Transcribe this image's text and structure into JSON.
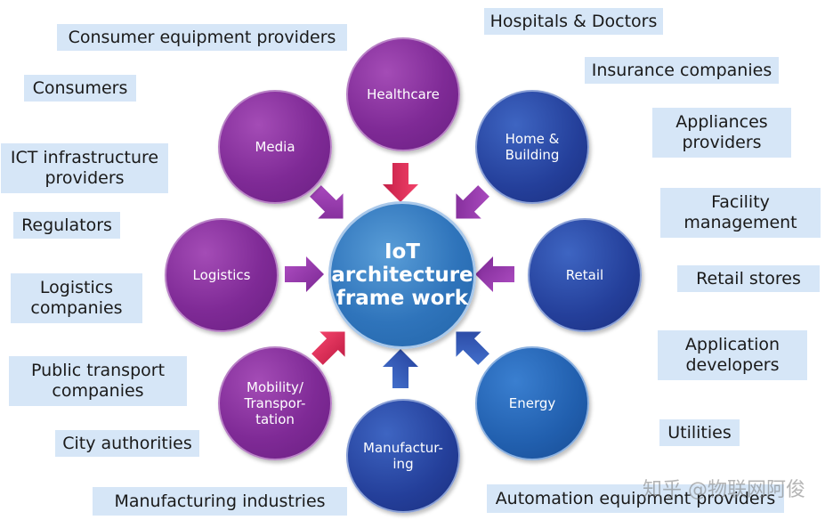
{
  "center": {
    "label": "IoT\narchitecture\nframe work"
  },
  "sectors": {
    "healthcare": "Healthcare",
    "media": "Media",
    "home_building": "Home &\nBuilding",
    "logistics": "Logistics",
    "retail": "Retail",
    "mobility": "Mobility/\nTranspor-\ntation",
    "energy": "Energy",
    "manufacturing": "Manufactur-\ning"
  },
  "stakeholders_left": {
    "consumer_equipment": "Consumer equipment providers",
    "consumers": "Consumers",
    "ict": "ICT infrastructure\nproviders",
    "regulators": "Regulators",
    "logistics_companies": "Logistics\ncompanies",
    "public_transport": "Public transport\ncompanies",
    "city_authorities": "City authorities",
    "manufacturing_industries": "Manufacturing industries"
  },
  "stakeholders_right": {
    "hospitals": "Hospitals & Doctors",
    "insurance": "Insurance companies",
    "appliances": "Appliances\nproviders",
    "facility": "Facility\nmanagement",
    "retail_stores": "Retail stores",
    "app_devs": "Application\ndevelopers",
    "utilities": "Utilities",
    "automation": "Automation equipment providers"
  },
  "watermark": "知乎 @物联网阿俊",
  "colors": {
    "purple": "#7f2a96",
    "dark_blue": "#243f9a",
    "mid_blue": "#215fae",
    "label_bg": "#d6e6f7",
    "arrow_pink": "#e0305a"
  }
}
